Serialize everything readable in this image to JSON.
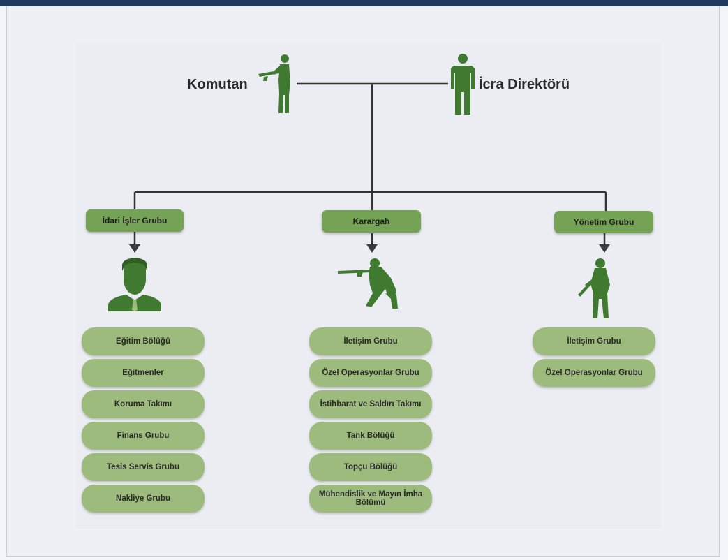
{
  "top": {
    "left_label": "Komutan",
    "right_label": "İcra Direktörü"
  },
  "groups": [
    {
      "title": "İdari İşler Grubu",
      "icon": "businessman-icon",
      "items": [
        "Eğitim Bölüğü",
        "Eğitmenler",
        "Koruma Takımı",
        "Finans Grubu",
        "Tesis Servis Grubu",
        "Nakliye Grubu"
      ]
    },
    {
      "title": "Karargah",
      "icon": "kneeling-soldier-icon",
      "items": [
        "İletişim Grubu",
        "Özel Operasyonlar  Grubu",
        "İstihbarat ve Saldırı Takımı",
        "Tank Bölüğü",
        "Topçu Bölüğü",
        "Mühendislik ve Mayın İmha Bölümü"
      ]
    },
    {
      "title": "Yönetim Grubu",
      "icon": "standing-soldier-icon",
      "items": [
        "İletişim Grubu",
        "Özel Operasyonlar  Grubu"
      ]
    }
  ],
  "colors": {
    "header_green": "#74a356",
    "pill_green": "#9dbb7d",
    "icon_green": "#3f7a30",
    "line": "#333333"
  }
}
